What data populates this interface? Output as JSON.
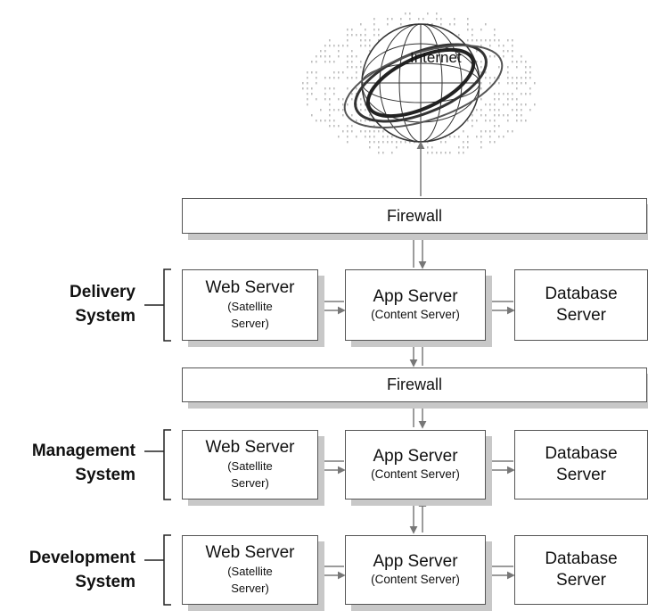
{
  "internet": {
    "label": "Internet"
  },
  "firewalls": [
    {
      "label": "Firewall"
    },
    {
      "label": "Firewall"
    }
  ],
  "systems": [
    {
      "label_line1": "Delivery",
      "label_line2": "System",
      "web_server": {
        "line1": "Web Server",
        "line2": "(Satellite",
        "line3": "Server)"
      },
      "app_server": {
        "line1": "App Server",
        "line2": "(Content Server)"
      },
      "database_server": {
        "line1": "Database",
        "line2": "Server"
      }
    },
    {
      "label_line1": "Management",
      "label_line2": "System",
      "web_server": {
        "line1": "Web Server",
        "line2": "(Satellite",
        "line3": "Server)"
      },
      "app_server": {
        "line1": "App Server",
        "line2": "(Content Server)"
      },
      "database_server": {
        "line1": "Database",
        "line2": "Server"
      }
    },
    {
      "label_line1": "Development",
      "label_line2": "System",
      "web_server": {
        "line1": "Web Server",
        "line2": "(Satellite",
        "line3": "Server)"
      },
      "app_server": {
        "line1": "App Server",
        "line2": "(Content Server)"
      },
      "database_server": {
        "line1": "Database",
        "line2": "Server"
      }
    }
  ],
  "colors": {
    "box_border": "#555555",
    "shadow": "#c8c8c8",
    "connector": "#7a7a7a"
  }
}
